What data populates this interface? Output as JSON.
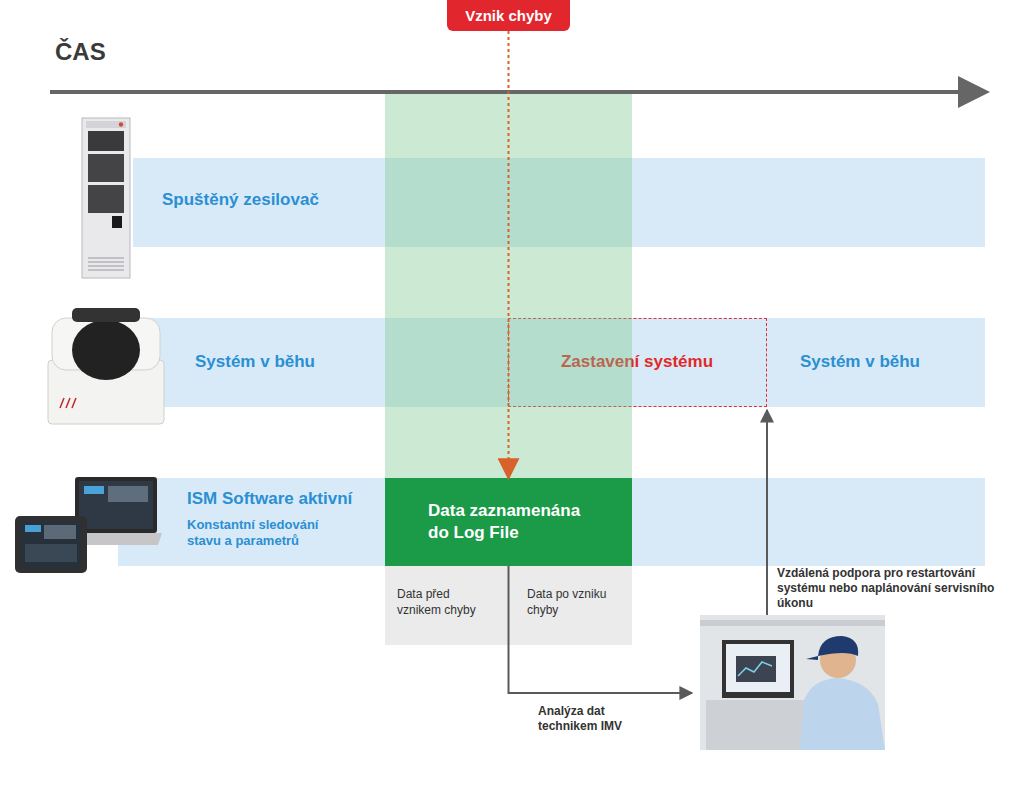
{
  "diagram": {
    "nodes": [
      {
        "text": [
          "Vznik chyby"
        ]
      },
      {
        "text": [
          "Spuštěný zesilovač"
        ]
      },
      {
        "text": [
          "Systém v běhu",
          "Systém v běhu"
        ]
      },
      {
        "text": [
          "Zastavení systému"
        ],
        "in": 2
      },
      {
        "text": [
          "ISM Software aktivní",
          "Konstantní sledování stavu a parametrů"
        ]
      },
      {
        "text": [
          "Data zaznamenána do Log File"
        ],
        "in": 4
      },
      {
        "text": [
          "Data před vznikem chyby",
          "Data po vzniku chyby"
        ]
      }
    ],
    "edges": [
      {
        "from": 0,
        "to": 5,
        "arrow": "to"
      }
    ],
    "labels": [
      "ČAS",
      "Analýza dat technikem IMV",
      "Vzdálená podpora pro restartování systému nebo naplánování servisního úkonu"
    ]
  }
}
